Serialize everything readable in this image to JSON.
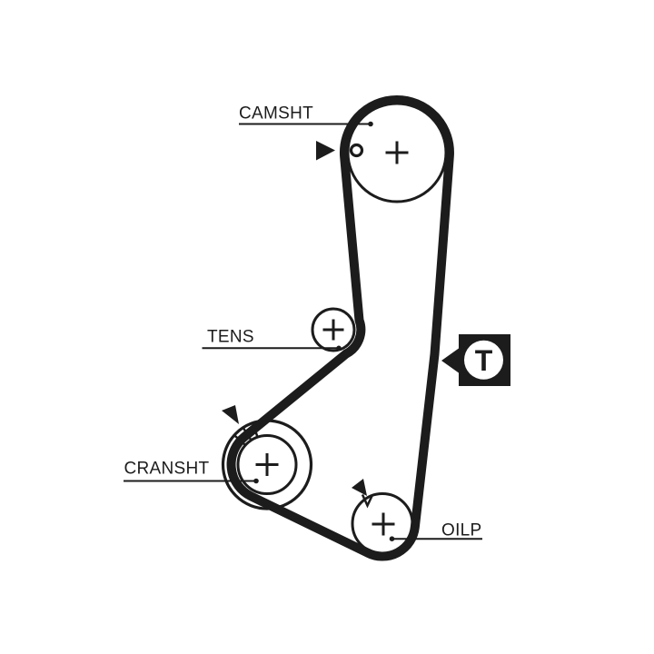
{
  "diagram": {
    "type": "timing-belt-routing-diagram",
    "labels": {
      "camshaft": "CAMSHT",
      "tensioner": "TENS",
      "crankshaft": "CRANSHT",
      "oil_pump": "OILP"
    },
    "marker": {
      "letter": "T"
    },
    "colors": {
      "ink": "#1c1c1c",
      "background": "#ffffff"
    }
  }
}
